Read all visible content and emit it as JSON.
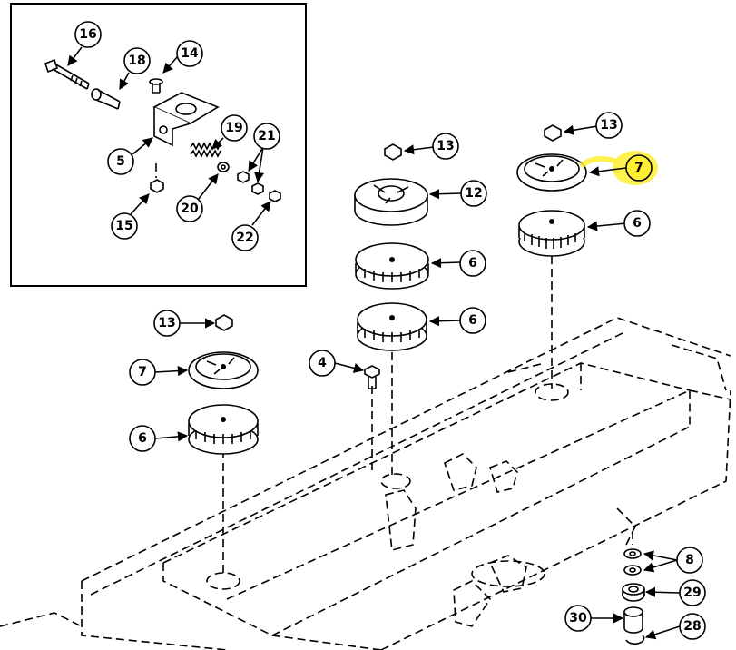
{
  "callouts": {
    "c16": "16",
    "c18": "18",
    "c14": "14",
    "c19": "19",
    "c21": "21",
    "c5": "5",
    "c15": "15",
    "c20": "20",
    "c22": "22",
    "c13a": "13",
    "c13b": "13",
    "c13c": "13",
    "c12": "12",
    "c7_hl": "7",
    "c6a": "6",
    "c6b": "6",
    "c6c": "6",
    "c6d": "6",
    "c7b": "7",
    "c4": "4",
    "c8": "8",
    "c29": "29",
    "c30": "30",
    "c28": "28"
  },
  "colors": {
    "highlight": "#ffee33",
    "ink": "#000000",
    "background": "#ffffff"
  }
}
